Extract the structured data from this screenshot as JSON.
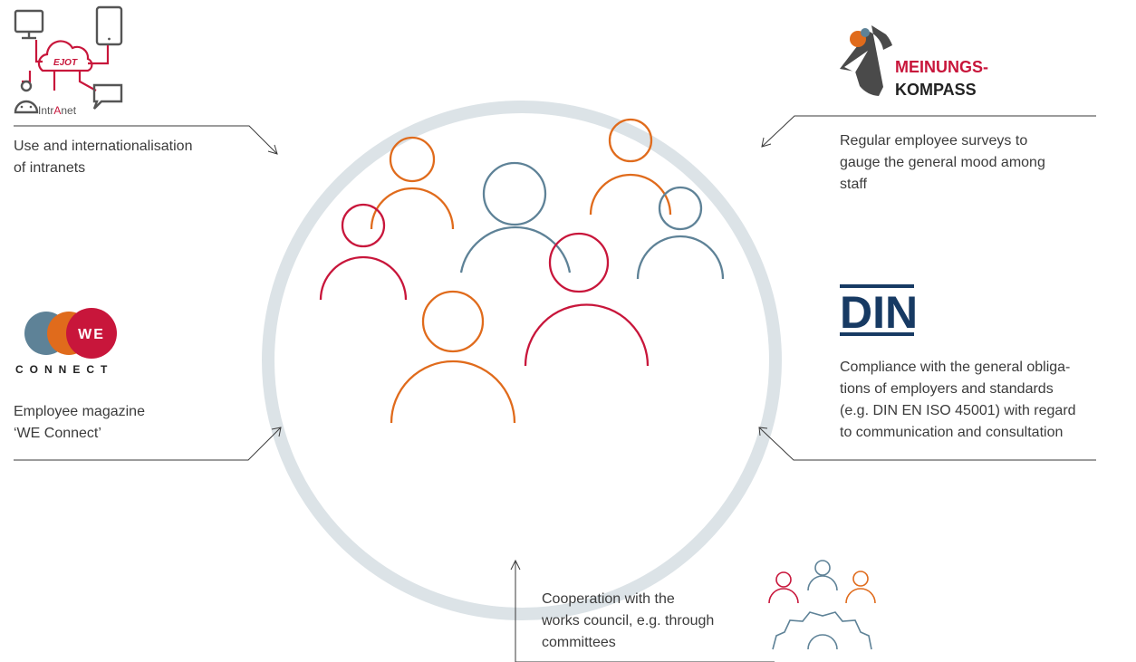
{
  "colors": {
    "orange": "#e06b1c",
    "red": "#c8163b",
    "blue": "#5e8297",
    "ring": "#dce3e7",
    "line": "#3a3a3a",
    "din_navy": "#173a63"
  },
  "intranet_logo": {
    "cloud_text": "EJOT",
    "label_prefix": "Intr",
    "label_accent": "A",
    "label_suffix": "net"
  },
  "meinungskompass_logo": {
    "line1": "MEINUNGS-",
    "line2": "KOMPASS"
  },
  "weconnect_logo": {
    "badge": "WE",
    "wordmark": "CONNECT"
  },
  "din_logo": {
    "text": "DIN"
  },
  "captions": {
    "intranet": [
      "Use and internationalisation",
      "of intranets"
    ],
    "surveys": [
      "Regular employee surveys to",
      "gauge the general mood among",
      "staff"
    ],
    "magazine": [
      "Employee magazine",
      "‘WE Connect’"
    ],
    "compliance": [
      "Compliance with the general obliga-",
      "tions of employers and standards",
      "(e.g. DIN EN ISO 45001) with regard",
      "to communication and consultation"
    ],
    "works_council": [
      "Cooperation with the",
      "works council, e.g. through",
      "committees"
    ]
  }
}
